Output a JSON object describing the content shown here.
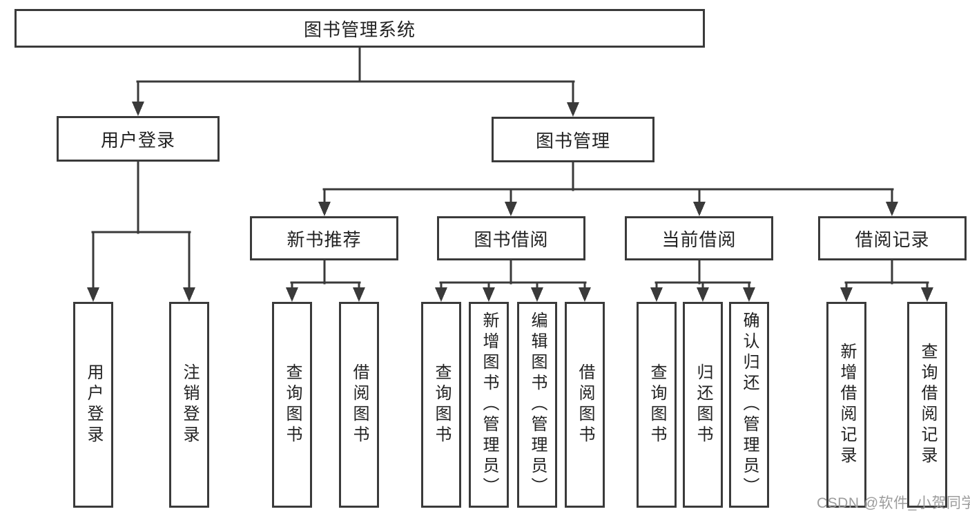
{
  "diagram": {
    "title": "图书管理系统",
    "root": {
      "label": "图书管理系统"
    },
    "branches": [
      {
        "label": "用户登录",
        "children": [
          {
            "label": "用户登录"
          },
          {
            "label": "注销登录"
          }
        ]
      },
      {
        "label": "图书管理",
        "children": [
          {
            "label": "新书推荐",
            "children": [
              {
                "label": "查询图书"
              },
              {
                "label": "借阅图书"
              }
            ]
          },
          {
            "label": "图书借阅",
            "children": [
              {
                "label": "查询图书"
              },
              {
                "label": "新增图书（管理员）"
              },
              {
                "label": "编辑图书（管理员）"
              },
              {
                "label": "借阅图书"
              }
            ]
          },
          {
            "label": "当前借阅",
            "children": [
              {
                "label": "查询图书"
              },
              {
                "label": "归还图书"
              },
              {
                "label": "确认归还（管理员）"
              }
            ]
          },
          {
            "label": "借阅记录",
            "children": [
              {
                "label": "新增借阅记录"
              },
              {
                "label": "查询借阅记录"
              }
            ]
          }
        ]
      }
    ]
  },
  "watermark": {
    "text": "CSDN @软件_小贺同学"
  },
  "colors": {
    "line": "#3a3a3a",
    "text": "#222222",
    "watermark": "#9c9c9c",
    "background": "#ffffff"
  }
}
